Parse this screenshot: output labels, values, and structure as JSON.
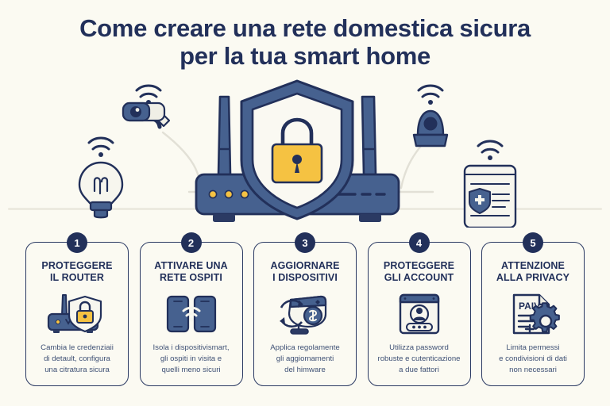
{
  "header": {
    "title_line1": "Come creare una rete domestica sicura",
    "title_line2": "per la tua smart home",
    "title_color": "#22305a"
  },
  "hero": {
    "center_device": "router",
    "center_badge_icon": "shield-lock-icon",
    "lock_color": "#f6c council",
    "devices": [
      {
        "name": "security-camera",
        "position": "top-left"
      },
      {
        "name": "smart-bulb",
        "position": "bottom-left"
      },
      {
        "name": "smart-speaker",
        "position": "top-right"
      },
      {
        "name": "tablet-shield",
        "position": "bottom-right"
      }
    ],
    "router_led_count": 3,
    "router_led_color": "#f5c242"
  },
  "theme": {
    "background": "#fbfaf2",
    "navy": "#22305a",
    "blue": "#46618f",
    "slate": "#3f5175",
    "amber": "#f5c242",
    "panel": "#f2f1e8"
  },
  "cards": [
    {
      "number": "1",
      "title_line1": "PROTEGGERE",
      "title_line2": "IL ROUTER",
      "icon": "router-shield-lock-icon",
      "desc_line1": "Cambia le credenziaii",
      "desc_line2": "di detault, configura",
      "desc_line3": "una citratura sicura"
    },
    {
      "number": "2",
      "title_line1": "ATTIVARE UNA",
      "title_line2": "RETE OSPITI",
      "icon": "two-phones-wifi-icon",
      "desc_line1": "Isola i dispositivismart,",
      "desc_line2": "gli ospiti in visita e",
      "desc_line3": "quelli meno sicuri"
    },
    {
      "number": "3",
      "title_line1": "AGGIORNARE",
      "title_line2": "I DISPOSITIVI",
      "icon": "device-update-refresh-icon",
      "desc_line1": "Applica regolamente",
      "desc_line2": "gli aggiomamenti",
      "desc_line3": "del himware"
    },
    {
      "number": "4",
      "title_line1": "PROTEGGERE",
      "title_line2": "GLI ACCOUNT",
      "icon": "login-window-user-password-icon",
      "desc_line1": "Utilizza password",
      "desc_line2": "robuste e cutenticazione",
      "desc_line3": "a due fattori"
    },
    {
      "number": "5",
      "title_line1": "ATTENZIONE",
      "title_line2": "ALLA PRIVACY",
      "icon": "document-gear-privacy-icon",
      "doc_label": "PAIV",
      "desc_line1": "Limita permessi",
      "desc_line2": "e condivisioni di dati",
      "desc_line3": "non necessari"
    }
  ]
}
